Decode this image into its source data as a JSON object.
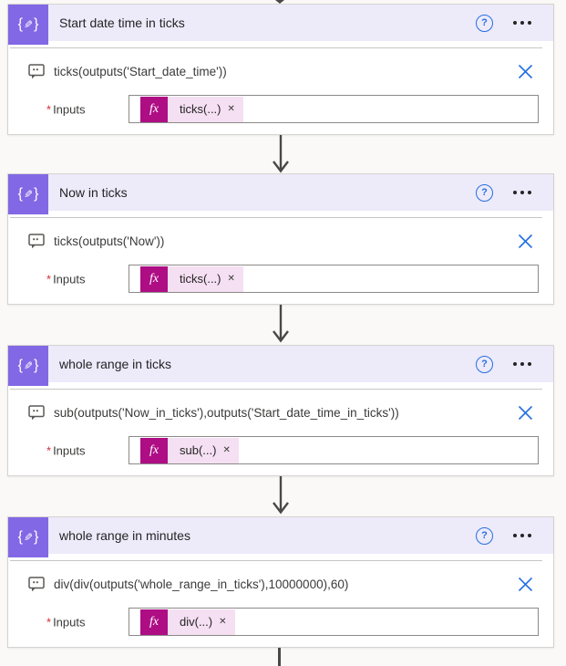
{
  "colors": {
    "page_background": "#FAF9F8",
    "header_background": "#EDEAFA",
    "action_icon_purple": "#8268E5",
    "accent_blue": "#2470E0",
    "fx_badge_magenta": "#AE0D84",
    "chip_pink": "#F5DFF2",
    "required_red": "#D13438",
    "connector_arrow": "#4A4846"
  },
  "icons": {
    "compose_open": "{",
    "compose_pencil": "✎",
    "compose_close": "}",
    "help_glyph": "?",
    "fx_glyph": "fx",
    "remove_glyph": "✕"
  },
  "inputs": {
    "required_marker": "*",
    "label": "Inputs"
  },
  "cards": [
    {
      "title": "Start date time in ticks",
      "expression": "ticks(outputs('Start_date_time'))",
      "chip_label": "ticks(...)"
    },
    {
      "title": "Now in ticks",
      "expression": "ticks(outputs('Now'))",
      "chip_label": "ticks(...)"
    },
    {
      "title": "whole range in ticks",
      "expression": "sub(outputs('Now_in_ticks'),outputs('Start_date_time_in_ticks'))",
      "chip_label": "sub(...)"
    },
    {
      "title": "whole range in minutes",
      "expression": "div(div(outputs('whole_range_in_ticks'),10000000),60)",
      "chip_label": "div(...)"
    }
  ]
}
